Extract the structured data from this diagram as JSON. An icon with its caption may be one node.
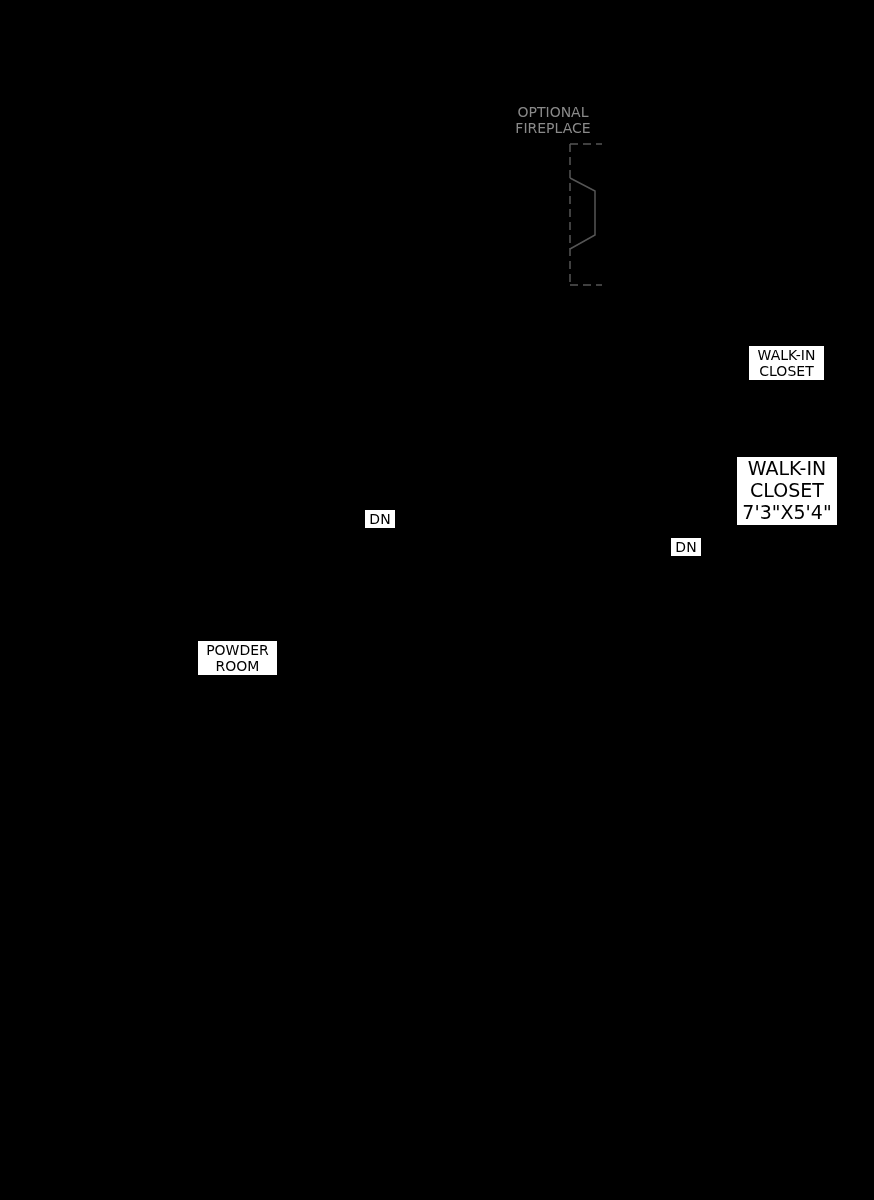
{
  "diagram": {
    "labels": [
      "OPTIONAL FIREPLACE",
      "WALK-IN CLOSET",
      "WALK-IN CLOSET 7'3\"X5'4\"",
      "DN",
      "DN",
      "POWDER ROOM"
    ]
  }
}
